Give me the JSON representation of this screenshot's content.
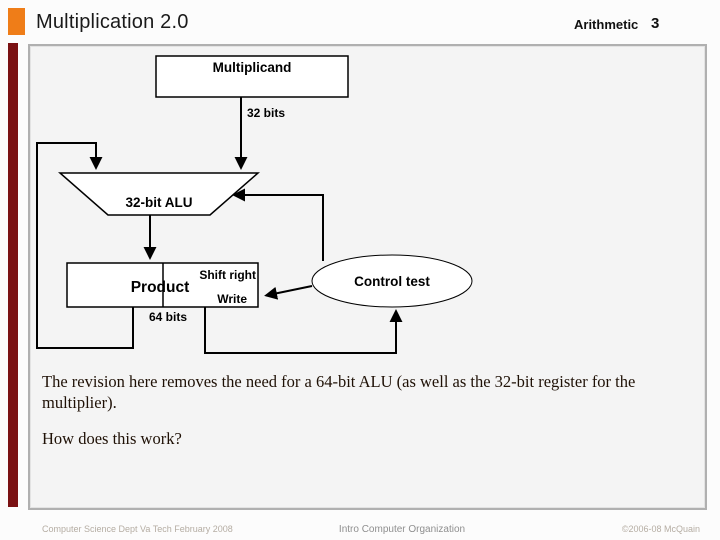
{
  "slide": {
    "title": "Multiplication 2.0",
    "section": "Arithmetic",
    "page_number": "3"
  },
  "diagram": {
    "multiplicand_label": "Multiplicand",
    "bits32_label": "32 bits",
    "alu_label": "32-bit ALU",
    "product_label": "Product",
    "shift_right_label": "Shift right",
    "write_label": "Write",
    "bits64_label": "64 bits",
    "control_label": "Control test"
  },
  "body": {
    "paragraph1": "The revision here removes the need for a 64-bit ALU (as well as the 32-bit register for the multiplier).",
    "paragraph2": "How does this work?"
  },
  "footer": {
    "left": "Computer Science Dept Va Tech February 2008",
    "center": "Intro Computer Organization",
    "right": "©2006-08 McQuain"
  },
  "colors": {
    "accent_orange": "#ef7d18",
    "accent_maroon": "#7a1113",
    "diagram_stroke": "#000000"
  }
}
